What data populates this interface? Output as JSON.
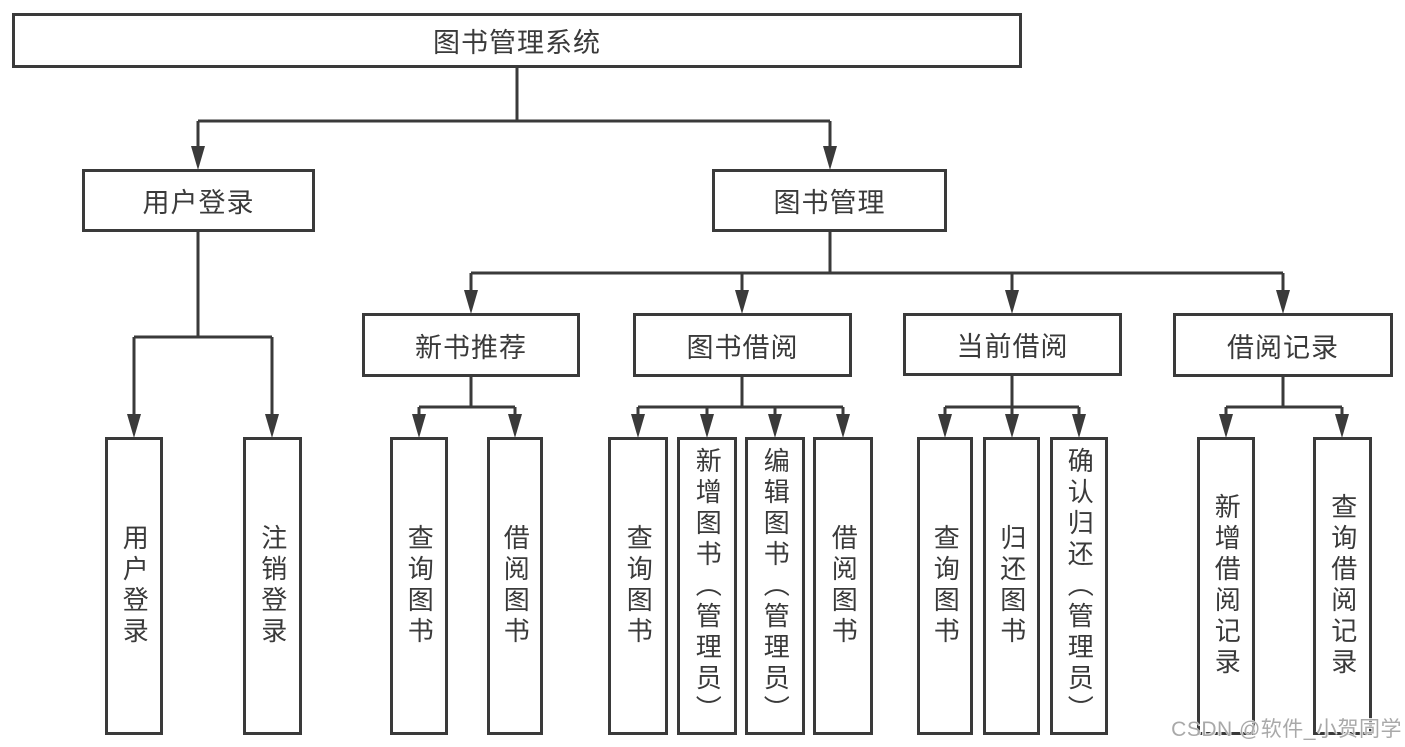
{
  "diagram": {
    "root": {
      "label": "图书管理系统"
    },
    "branches": [
      {
        "label": "用户登录",
        "children": [
          {
            "label": "用户登录"
          },
          {
            "label": "注销登录"
          }
        ]
      },
      {
        "label": "图书管理",
        "children": [
          {
            "label": "新书推荐",
            "children": [
              {
                "label": "查询图书"
              },
              {
                "label": "借阅图书"
              }
            ]
          },
          {
            "label": "图书借阅",
            "children": [
              {
                "label": "查询图书"
              },
              {
                "label": "新增图书（管理员）"
              },
              {
                "label": "编辑图书（管理员）"
              },
              {
                "label": "借阅图书"
              }
            ]
          },
          {
            "label": "当前借阅",
            "children": [
              {
                "label": "查询图书"
              },
              {
                "label": "归还图书"
              },
              {
                "label": "确认归还（管理员）"
              }
            ]
          },
          {
            "label": "借阅记录",
            "children": [
              {
                "label": "新增借阅记录"
              },
              {
                "label": "查询借阅记录"
              }
            ]
          }
        ]
      }
    ]
  },
  "watermark": {
    "text": "CSDN @软件_小贺同学"
  },
  "colors": {
    "line": "#3a3a3a",
    "text": "#3a3a3a",
    "background": "#ffffff",
    "watermark": "#a9a9a9"
  }
}
